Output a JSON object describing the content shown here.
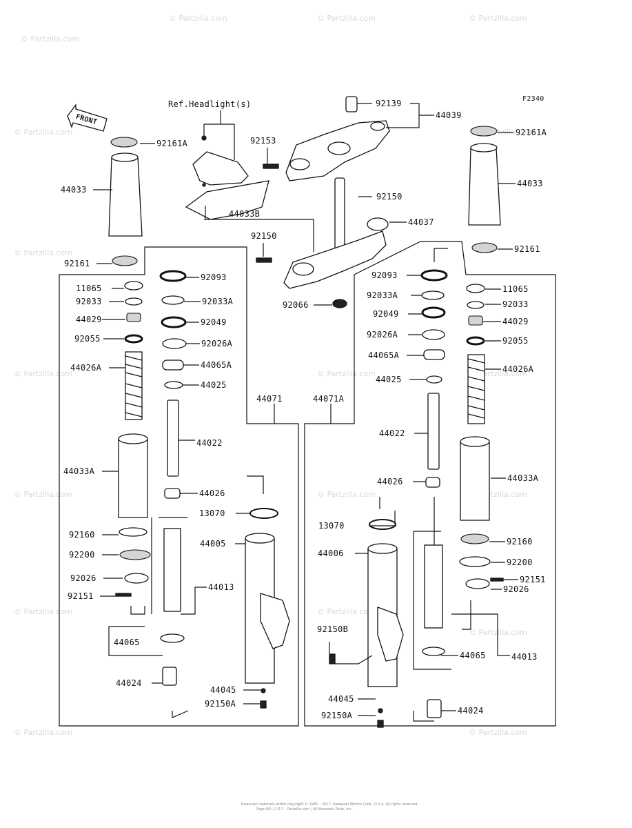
{
  "figure_code": "F2340",
  "front_label": "FRONT",
  "ref_label": "Ref.Headlight(s)",
  "watermark": "© Partzilla.com",
  "footer": [
    "Kawasaki materials within copyright © 1985 – 2017, Kawasaki Motors Corp., U.S.A. All rights reserved.",
    "Page 0/0 | 1.0.1 – Partzilla.com | All Kawasaki Parts, Inc."
  ],
  "labels": {
    "p92139": "92139",
    "p44039": "44039",
    "p92153": "92153",
    "p92150_top": "92150",
    "p44037": "44037",
    "p92150_mid": "92150",
    "p92066": "92066",
    "p44033B": "44033B",
    "L_92161A": "92161A",
    "L_44033": "44033",
    "L_92161": "92161",
    "L_11065": "11065",
    "L_92033": "92033",
    "L_44029": "44029",
    "L_92055": "92055",
    "L_44026A": "44026A",
    "L_44033A": "44033A",
    "L_92160": "92160",
    "L_92200": "92200",
    "L_92026": "92026",
    "L_92151": "92151",
    "L_44065": "44065",
    "L_44024": "44024",
    "C_92093": "92093",
    "C_92033A": "92033A",
    "C_92049": "92049",
    "C_92026A": "92026A",
    "C_44065A": "44065A",
    "C_44025": "44025",
    "C_44022": "44022",
    "C_44026": "44026",
    "C_13070": "13070",
    "C_44005": "44005",
    "C_44013": "44013",
    "C_44045": "44045",
    "C_92150A": "92150A",
    "C_44071": "44071",
    "C_44071A": "44071A",
    "R_92093": "92093",
    "R_92033A": "92033A",
    "R_92049": "92049",
    "R_92026A": "92026A",
    "R_44065A": "44065A",
    "R_44025": "44025",
    "R_44022": "44022",
    "R_44026": "44026",
    "R_13070": "13070",
    "R_44006": "44006",
    "R_92150B": "92150B",
    "R_44045": "44045",
    "R_92150A": "92150A",
    "RR_92161A": "92161A",
    "RR_44033": "44033",
    "RR_92161": "92161",
    "RR_11065": "11065",
    "RR_92033": "92033",
    "RR_44029": "44029",
    "RR_92055": "92055",
    "RR_44026A": "44026A",
    "RR_44033A": "44033A",
    "RR_92160": "92160",
    "RR_92200": "92200",
    "RR_92151": "92151",
    "RR_92026": "92026",
    "RR_44065": "44065",
    "RR_44013": "44013",
    "RR_44024": "44024"
  }
}
